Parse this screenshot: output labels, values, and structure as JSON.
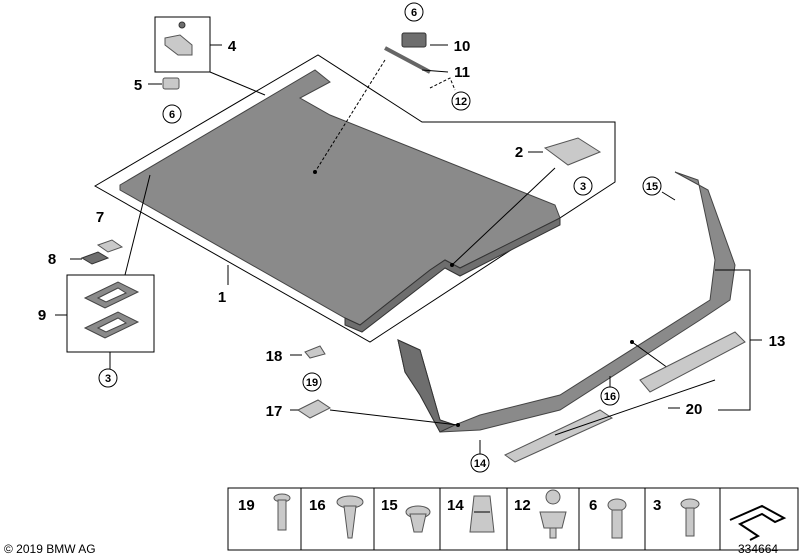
{
  "callouts": {
    "c1": "1",
    "c2": "2",
    "c3a": "3",
    "c3b": "3",
    "c4": "4",
    "c5": "5",
    "c6a": "6",
    "c6b": "6",
    "c7": "7",
    "c8": "8",
    "c9": "9",
    "c10": "10",
    "c11": "11",
    "c12": "12",
    "c13": "13",
    "c14": "14",
    "c15": "15",
    "c16": "16",
    "c17": "17",
    "c18": "18",
    "c19": "19",
    "c20": "20"
  },
  "legend": [
    "19",
    "16",
    "15",
    "14",
    "12",
    "6",
    "3"
  ],
  "footer": {
    "copyright": "© 2019 BMW AG",
    "diagram_id": "334664"
  }
}
